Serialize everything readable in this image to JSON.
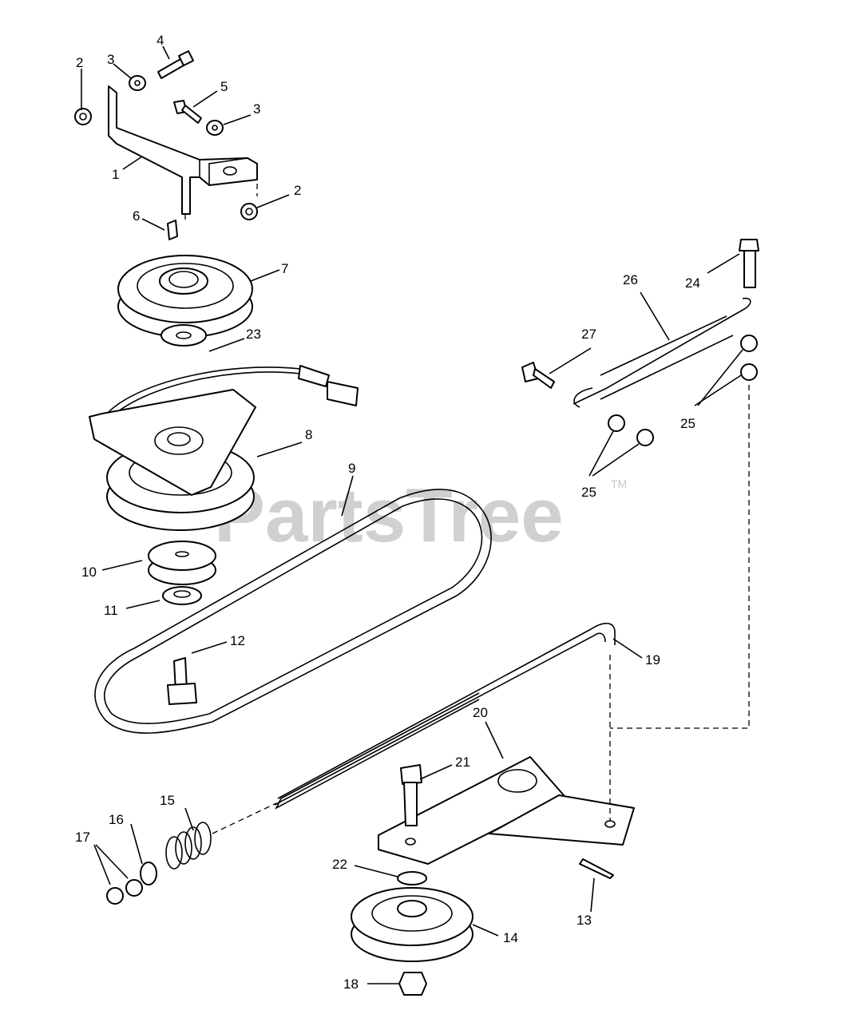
{
  "watermark": {
    "brand": "PartsTree",
    "trademark": "TM"
  },
  "callouts": {
    "c1": "1",
    "c2a": "2",
    "c2b": "2",
    "c3a": "3",
    "c3b": "3",
    "c4": "4",
    "c5": "5",
    "c6": "6",
    "c7": "7",
    "c8": "8",
    "c9": "9",
    "c10": "10",
    "c11": "11",
    "c12": "12",
    "c13": "13",
    "c14": "14",
    "c15": "15",
    "c16": "16",
    "c17": "17",
    "c18": "18",
    "c19": "19",
    "c20": "20",
    "c21": "21",
    "c22": "22",
    "c23": "23",
    "c24": "24",
    "c25a": "25",
    "c25b": "25",
    "c26": "26",
    "c27": "27"
  }
}
